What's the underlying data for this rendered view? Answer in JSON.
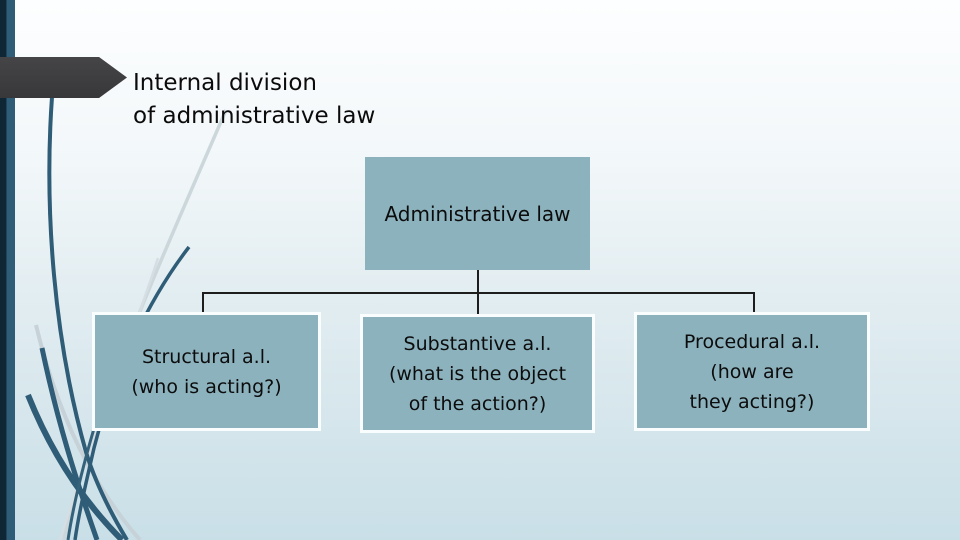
{
  "slide_title": {
    "line1": "Internal division",
    "line2": "of administrative law"
  },
  "diagram": {
    "type": "hierarchy",
    "root": {
      "label": "Administrative law"
    },
    "children": [
      {
        "lines": [
          "Structural a.l.",
          "(who is acting?)"
        ]
      },
      {
        "lines": [
          "Substantive a.l.",
          "(what is the object",
          "of the action?)"
        ]
      },
      {
        "lines": [
          "Procedural a.l.",
          "(how are",
          "they acting?)"
        ]
      }
    ]
  },
  "colors": {
    "node_fill": "#8cb2bd",
    "node_border": "#fafdfd",
    "connector_line": "#1d1d1d",
    "accent_bar_teal": "#2f5d77",
    "accent_bar_edge": "#0f2734",
    "arrow_gray": "#3a3a3c",
    "background_top": "#fdfeff",
    "background_bottom": "#c9dfe7",
    "decor_dark_curve": "#2f5c76",
    "decor_light_curve": "#ccd7dc",
    "text": "#0c0c0c"
  }
}
